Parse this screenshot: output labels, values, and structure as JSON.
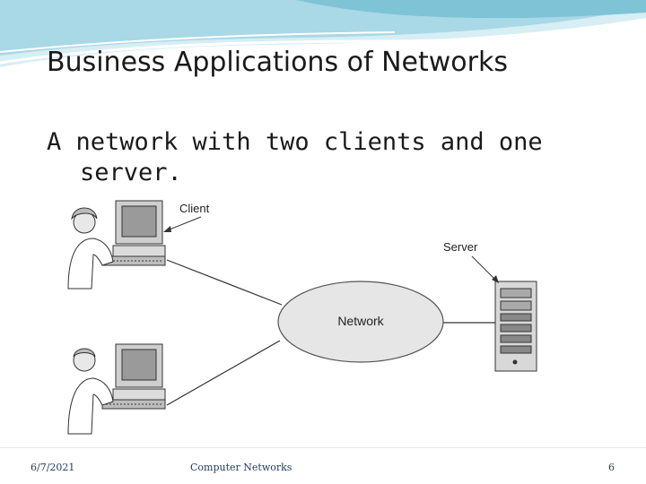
{
  "slide": {
    "title": "Business Applications of Networks",
    "subtitle_line1": "A network with two clients and one",
    "subtitle_line2": "server."
  },
  "diagram": {
    "client_label": "Client",
    "server_label": "Server",
    "network_label": "Network"
  },
  "footer": {
    "date": "6/7/2021",
    "center": "Computer Networks",
    "page": "6"
  },
  "colors": {
    "banner_teal": "#7fc3d6",
    "banner_light": "#d6eef4",
    "text_dark": "#1a1a1a",
    "footer_blue": "#1f3a5a",
    "network_fill": "#e6e6e6"
  }
}
